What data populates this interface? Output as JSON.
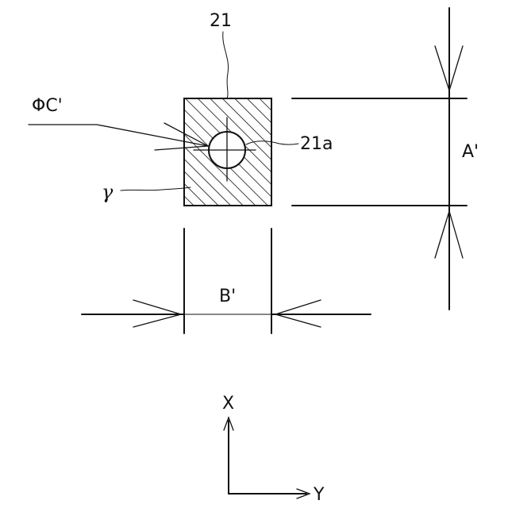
{
  "figure": {
    "part_number": "21",
    "hole_label": "21a",
    "material_symbol": "γ",
    "diameter_label": "ΦC'",
    "height_dimension_label": "A'",
    "width_dimension_label": "B'",
    "axis_x_label": "X",
    "axis_y_label": "Y"
  }
}
